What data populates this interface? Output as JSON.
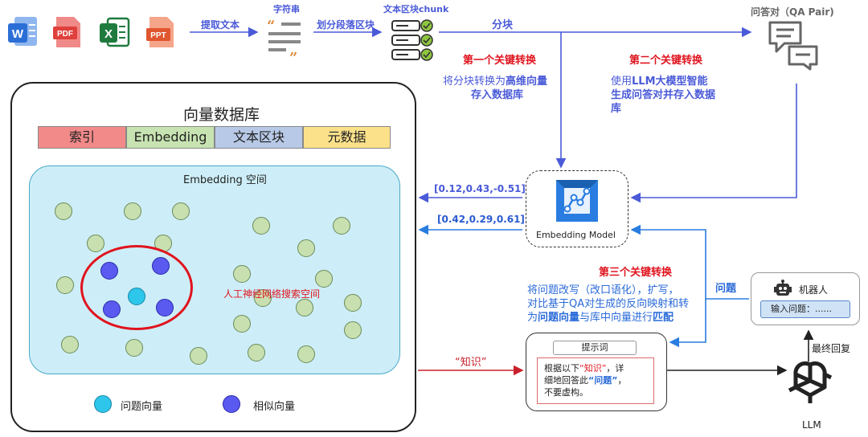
{
  "flow": {
    "extract_text": "提取文本",
    "string_label": "字符串",
    "split_paragraphs": "划分段落区块",
    "chunk_label": "文本区块chunk",
    "chunking": "分块",
    "qa_pair_label": "问答对（QA Pair)"
  },
  "file_icons": [
    "word-icon",
    "pdf-icon",
    "excel-icon",
    "ppt-icon"
  ],
  "file_icon_text": {
    "pdf": "PDF",
    "ppt": "PPT"
  },
  "transform1": {
    "title": "第一个关键转换",
    "line1_a": "将分块转换为",
    "line1_b": "高维向量",
    "line2": "存入数据库"
  },
  "transform2": {
    "title": "第二个关键转换",
    "line1_a": "使用",
    "line1_b": "LLM大模型智能",
    "line2": "生成问答对并存入数据",
    "line3": "库"
  },
  "transform3": {
    "title": "第三个关键转换",
    "line1": "将问题改写（改口语化），扩写，",
    "line2": "对比基于QA对生成的反向映射和转",
    "line3_a": "为",
    "line3_b": "问题向量",
    "line3_c": "与库中向量进行",
    "line3_d": "匹配"
  },
  "vector_db": {
    "title": "向量数据库",
    "columns": [
      "索引",
      "Embedding",
      "文本区块",
      "元数据"
    ],
    "space_label": "Embedding 空间",
    "search_label": "人工神经网络搜索空间",
    "legend": [
      "问题向量",
      "相似向量"
    ]
  },
  "vectors": [
    "[0.12,0.43,-0.51]",
    "[0.42,0.29,0.61]"
  ],
  "embedding_model": "Embedding Model",
  "question_label": "问题",
  "robot": {
    "title": "机器人",
    "input_placeholder": "输入问题：......"
  },
  "final_reply": "最终回复",
  "knowledge_label": "“知识”",
  "prompt": {
    "title": "提示词",
    "l1_a": "根据以下",
    "l1_b": "“知识”",
    "l1_c": "，详",
    "l2_a": "细地回答此",
    "l2_b": "“问题”",
    "l2_c": "，",
    "l3": "不要虚构。"
  },
  "llm_label": "LLM",
  "colors": {
    "arrow_blue": "#4a5ad8",
    "emphasis_red": "#e0141e",
    "header_red": "#f28a8a",
    "header_green": "#c7e3b1",
    "header_blue": "#b7c9e6",
    "header_yellow": "#fbe18a"
  }
}
